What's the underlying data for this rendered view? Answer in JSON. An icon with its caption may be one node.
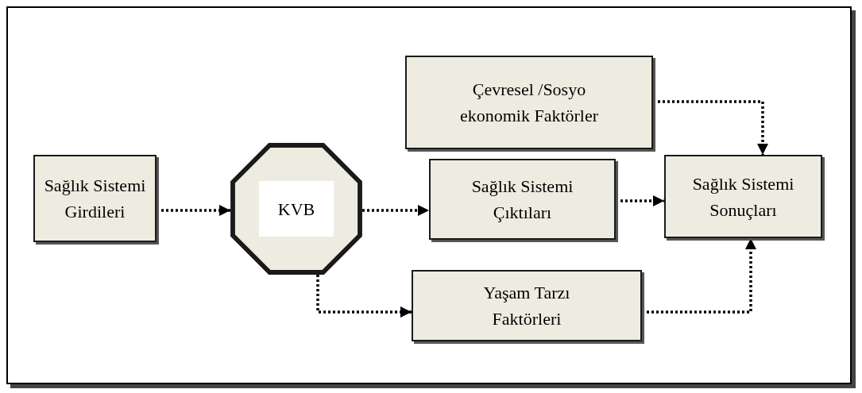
{
  "diagram": {
    "nodes": [
      {
        "text": [
          "Çevresel /Sosyo ekonomik Faktörler"
        ]
      },
      {
        "text": [
          "Sağlık Sistemi Girdileri"
        ]
      },
      {
        "text": [
          "KVB"
        ]
      },
      {
        "text": [
          "Sağlık Sistemi Çıktıları"
        ]
      },
      {
        "text": [
          "Sağlık Sistemi Sonuçları"
        ]
      },
      {
        "text": [
          "Yaşam Tarzı Faktörleri"
        ]
      }
    ],
    "edges": [
      {
        "from": 1,
        "to": 2,
        "arrow": "to"
      },
      {
        "from": 2,
        "to": 3,
        "arrow": "to"
      },
      {
        "from": 3,
        "to": 4,
        "arrow": "to"
      },
      {
        "from": 0,
        "to": 4,
        "arrow": "to"
      },
      {
        "from": 2,
        "to": 5,
        "arrow": "to"
      },
      {
        "from": 5,
        "to": 4,
        "arrow": "to"
      }
    ]
  }
}
